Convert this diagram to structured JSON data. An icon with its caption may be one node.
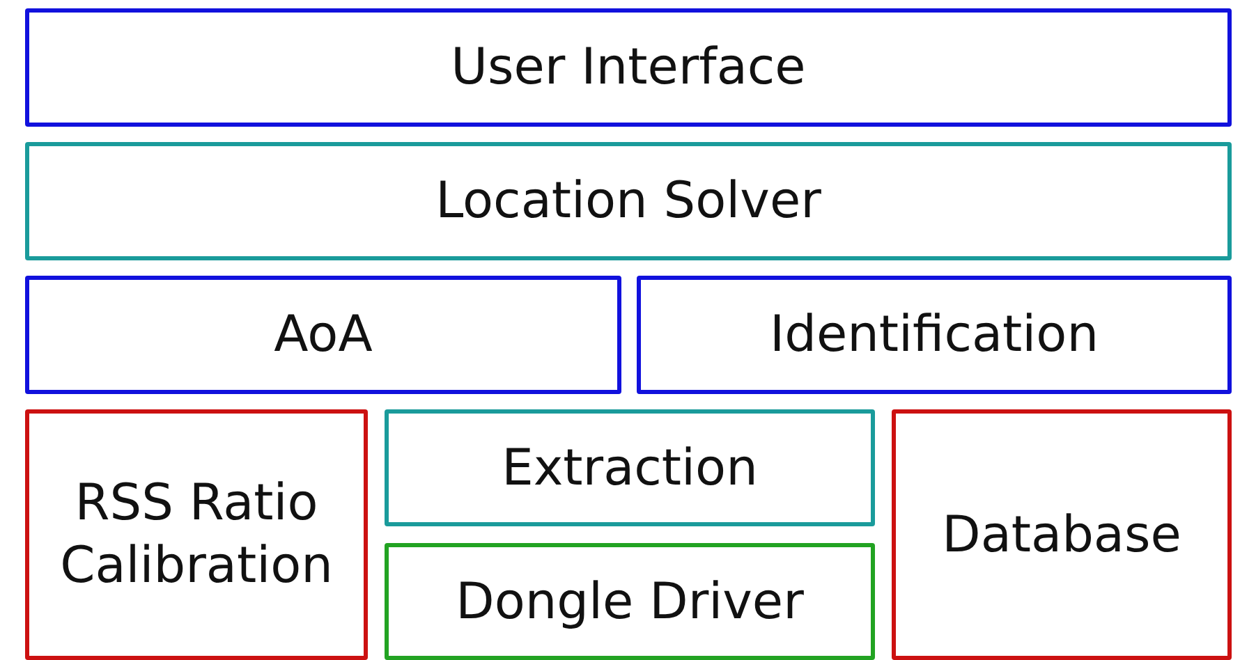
{
  "diagram": {
    "nodes": [
      {
        "text": [
          "User Interface"
        ]
      },
      {
        "text": [
          "Location Solver"
        ]
      },
      {
        "text": [
          "AoA"
        ]
      },
      {
        "text": [
          "Identification"
        ]
      },
      {
        "text": [
          "RSS Ratio Calibration"
        ]
      },
      {
        "text": [
          "Extraction"
        ]
      },
      {
        "text": [
          "Dongle Driver"
        ]
      },
      {
        "text": [
          "Database"
        ]
      }
    ]
  }
}
